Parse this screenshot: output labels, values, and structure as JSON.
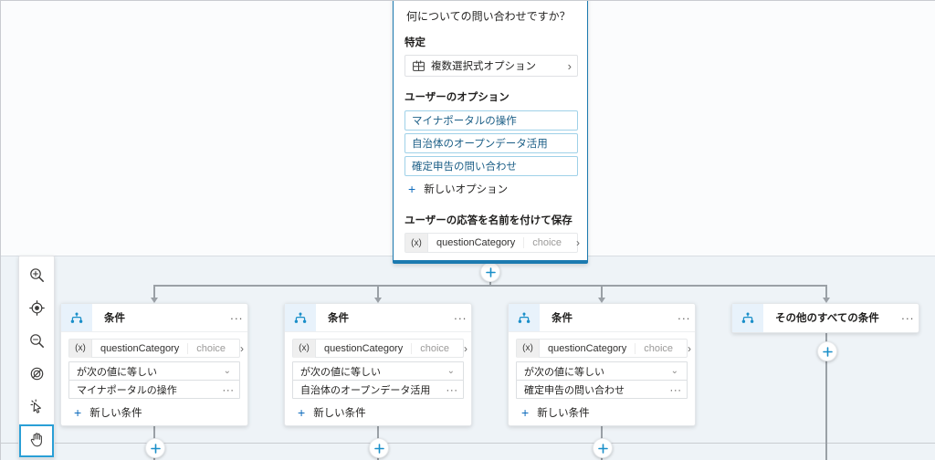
{
  "app": {
    "canvas_bg": "#eef3f7",
    "page_bg": "#fbfcfd",
    "accent": "#0f6cbd",
    "selected_border": "#1c7ab0"
  },
  "question_panel": {
    "question_text": "何についての問い合わせですか？",
    "identify_label": "特定",
    "identify_row": {
      "icon": "multiple-choice-grid-icon",
      "label": "複数選択式オプション",
      "chevron": "›"
    },
    "user_options_label": "ユーザーのオプション",
    "options": [
      "マイナポータルの操作",
      "自治体のオープンデータ活用",
      "確定申告の問い合わせ"
    ],
    "add_option_label": "新しいオプション",
    "save_response_label": "ユーザーの応答を名前を付けて保存",
    "variable": {
      "badge": "(x)",
      "name": "questionCategory",
      "type": "choice",
      "chevron": "›"
    }
  },
  "branches": [
    {
      "icon": "condition-branch-icon",
      "title": "条件",
      "menu": "···",
      "variable": {
        "badge": "(x)",
        "name": "questionCategory",
        "type": "choice",
        "chevron": "›"
      },
      "operator": "が次の値に等しい",
      "value": "マイナポータルの操作",
      "value_menu": "···",
      "add_condition_label": "新しい条件"
    },
    {
      "icon": "condition-branch-icon",
      "title": "条件",
      "menu": "···",
      "variable": {
        "badge": "(x)",
        "name": "questionCategory",
        "type": "choice",
        "chevron": "›"
      },
      "operator": "が次の値に等しい",
      "value": "自治体のオープンデータ活用",
      "value_menu": "···",
      "add_condition_label": "新しい条件"
    },
    {
      "icon": "condition-branch-icon",
      "title": "条件",
      "menu": "···",
      "variable": {
        "badge": "(x)",
        "name": "questionCategory",
        "type": "choice",
        "chevron": "›"
      },
      "operator": "が次の値に等しい",
      "value": "確定申告の問い合わせ",
      "value_menu": "···",
      "add_condition_label": "新しい条件"
    },
    {
      "icon": "condition-branch-icon",
      "title": "その他のすべての条件",
      "menu": "···",
      "variable": null,
      "operator": null,
      "value": null,
      "value_menu": null,
      "add_condition_label": null
    }
  ],
  "toolbar": {
    "items": [
      {
        "icon": "zoom-in-icon",
        "active": false
      },
      {
        "icon": "fit-to-screen-icon",
        "active": false
      },
      {
        "icon": "zoom-out-icon",
        "active": false
      },
      {
        "icon": "reset-view-icon",
        "active": false
      },
      {
        "icon": "smart-select-cursor-icon",
        "active": false
      },
      {
        "icon": "pan-hand-icon",
        "active": true
      }
    ]
  },
  "add_node_buttons": {
    "glyph": "+",
    "count": 5
  }
}
